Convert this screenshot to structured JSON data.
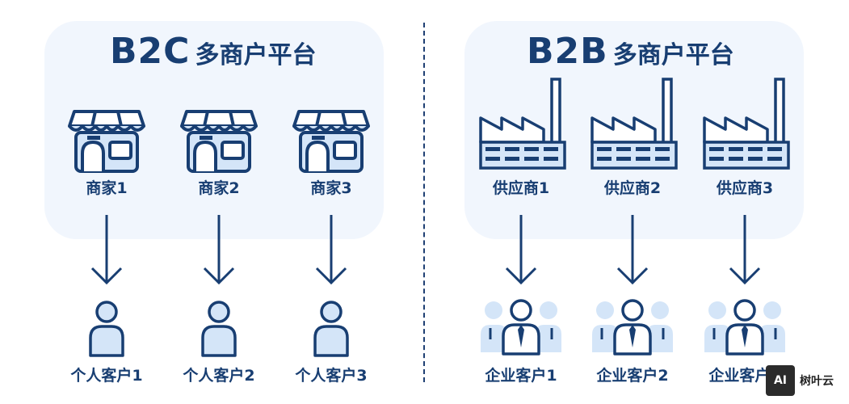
{
  "b2c": {
    "title_big": "B2C",
    "title_small": "多商户平台",
    "merchants": [
      "商家1",
      "商家2",
      "商家3"
    ],
    "customers": [
      "个人客户1",
      "个人客户2",
      "个人客户3"
    ]
  },
  "b2b": {
    "title_big": "B2B",
    "title_small": "多商户平台",
    "suppliers": [
      "供应商1",
      "供应商2",
      "供应商3"
    ],
    "customers": [
      "企业客户1",
      "企业客户2",
      "企业客户3"
    ]
  },
  "watermark": {
    "badge": "AI",
    "text": "树叶云"
  },
  "colors": {
    "navy": "#183e72",
    "panel": "#f1f6fd",
    "icon_fill": "#d4e5f8"
  }
}
